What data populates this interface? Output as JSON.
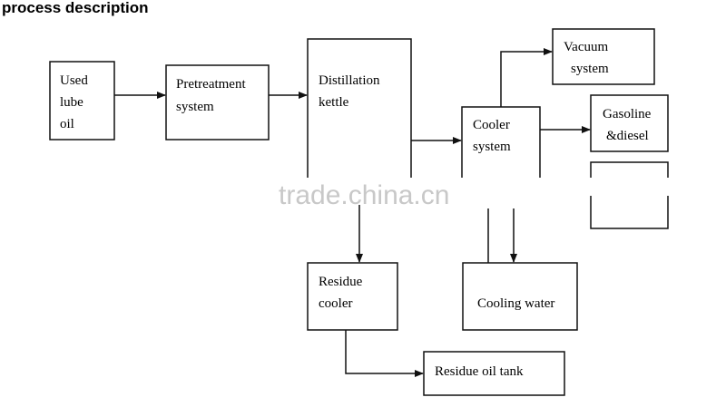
{
  "heading": "process description",
  "watermark": "trade.china.cn",
  "nodes": {
    "used_lube_oil": [
      "Used",
      "lube",
      "oil"
    ],
    "pretreatment": [
      "Pretreatment",
      "system"
    ],
    "distillation": [
      "Distillation",
      "kettle"
    ],
    "cooler_system": [
      "Cooler",
      "system"
    ],
    "vacuum": [
      "Vacuum",
      "system"
    ],
    "gasoline": [
      "Gasoline",
      "&diesel"
    ],
    "blank": [],
    "residue_cooler": [
      "Residue",
      "cooler"
    ],
    "cooling_water": [
      "Cooling water"
    ],
    "residue_tank": [
      "Residue oil tank"
    ]
  },
  "edges": [
    {
      "from": "used_lube_oil",
      "to": "pretreatment"
    },
    {
      "from": "pretreatment",
      "to": "distillation"
    },
    {
      "from": "distillation",
      "to": "cooler_system"
    },
    {
      "from": "cooler_system",
      "to": "vacuum"
    },
    {
      "from": "cooler_system",
      "to": "gasoline"
    },
    {
      "from": "distillation",
      "to": "residue_cooler"
    },
    {
      "from": "cooler_system",
      "to": "cooling_water"
    },
    {
      "from": "residue_cooler",
      "to": "residue_tank"
    }
  ]
}
